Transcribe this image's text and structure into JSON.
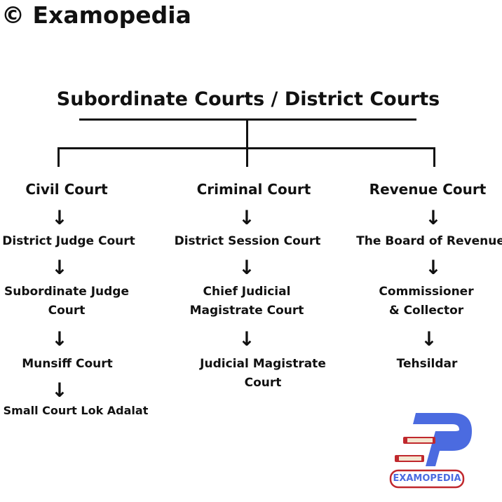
{
  "watermark": "© Examopedia",
  "title": "Subordinate Courts / District Courts",
  "arrow_glyph": "↓",
  "columns": [
    {
      "heading": "Civil Court",
      "items": [
        "District Judge Court",
        "Subordinate Judge\nCourt",
        "Munsiff Court",
        "Small Court Lok Adalat"
      ]
    },
    {
      "heading": "Criminal Court",
      "items": [
        "District Session Court",
        "Chief Judicial\nMagistrate Court",
        "Judicial Magistrate\nCourt"
      ]
    },
    {
      "heading": "Revenue Court",
      "items": [
        "The Board of Revenue",
        "Commissioner\n& Collector",
        "Tehsildar"
      ]
    }
  ],
  "logo": {
    "text": "EXAMOPEDIA",
    "primary": "#4b6be0",
    "accent": "#c0282d"
  }
}
